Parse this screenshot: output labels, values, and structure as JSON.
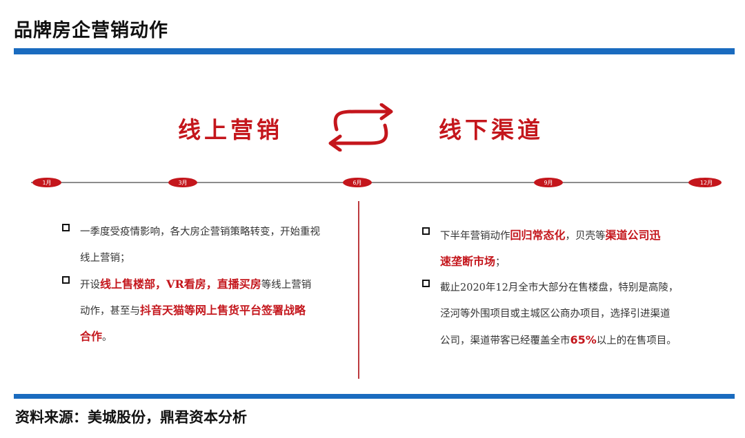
{
  "title": "品牌房企营销动作",
  "source": "资料来源：美城股份，鼎君资本分析",
  "colors": {
    "brand_blue": "#1a6bbf",
    "accent_red": "#c4161c"
  },
  "headers": {
    "online": "线上营销",
    "offline": "线下渠道"
  },
  "icons": {
    "cycle": "swap-arrows-icon"
  },
  "timeline": {
    "points": [
      {
        "label": "1月",
        "pos": 0
      },
      {
        "label": "3月",
        "pos": 1
      },
      {
        "label": "6月",
        "pos": 2
      },
      {
        "label": "9月",
        "pos": 3
      },
      {
        "label": "12月",
        "pos": 4
      }
    ]
  },
  "left": {
    "b1": {
      "l1": "一季度受疫情影响，各大房企营销策略转变，开始重视",
      "l2": "线上营销；"
    },
    "b2": {
      "l1_pre": "开设",
      "l1_r1": "线上售楼部",
      "l1_sep1": "，",
      "l1_r2": "VR看房",
      "l1_sep2": "，",
      "l1_r3": "直播买房",
      "l1_post": "等线上营销",
      "l2_pre": "动作，甚至与",
      "l2_red": "抖音天猫等网上售货平台签署战略",
      "l3_red": "合作",
      "l3_post": "。"
    }
  },
  "right": {
    "b1": {
      "l1_pre": "下半年营销动作",
      "l1_r1": "回归常态化",
      "l1_mid": "，贝壳等",
      "l1_r2": "渠道公司迅",
      "l2_red": "速垄断市场",
      "l2_post": "；"
    },
    "b2": {
      "l1": "截止2020年12月全市大部分在售楼盘，特别是高陵，",
      "l2": "泾河等外围项目或主城区公商办项目，选择引进渠道",
      "l3_pre": "公司，渠道带客已经覆盖全市",
      "l3_pct": "65%",
      "l3_post": "以上的在售项目。"
    }
  }
}
